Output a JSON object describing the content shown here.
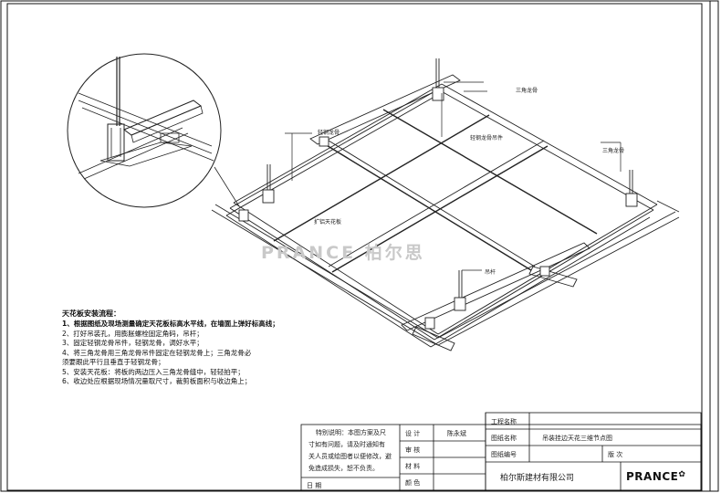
{
  "watermark": "PRANCE 柏尔思",
  "callouts": {
    "triangle_keel": "三角龙骨",
    "light_steel_keel": "轻钢龙骨",
    "light_steel_hanger": "轻钢龙骨吊件",
    "triangle_keel_right": "三角龙骨",
    "ceiling_panel": "扩铝天花板",
    "hanger_rod": "吊杆"
  },
  "notes": {
    "title": "天花板安装流程：",
    "items": [
      "1、根据图纸及现场测量确定天花板标高水平线，在墙面上弹好标高线；",
      "2、打好吊装孔，用膨胀螺栓固定角码，吊杆；",
      "3、固定轻钢龙骨吊件，轻钢龙骨，调好水平；",
      "4、将三角龙骨用三角龙骨吊件固定在轻钢龙骨上；三角龙骨必",
      "   须要跟此平行且垂直于轻钢龙骨；",
      "5、安装天花板：将板的两边压入三角龙骨缝中，轻轻拍平；",
      "6、收边处应根据现场情况量取尺寸，裁剪板面积与收边角上；"
    ]
  },
  "title_block": {
    "special_note_lines": [
      "特别说明：本图方案及尺",
      "寸如有问题，请及时通知有",
      "关人员或绘图者以便修改，避",
      "免造成损失，恕不负责。"
    ],
    "design_label": "设 计",
    "design_value": "陈永斌",
    "review_label": "审 核",
    "material_label": "材 料",
    "color_label": "颜 色",
    "date_label": "日 期",
    "project_name_label": "工程名称",
    "drawing_name_label": "图纸名称",
    "drawing_name_value": "吊装挂边天花三维节点图",
    "drawing_no_label": "图纸编号",
    "version_label": "版 次",
    "company": "柏尔斯建材有限公司",
    "brand": "PRANCE"
  }
}
